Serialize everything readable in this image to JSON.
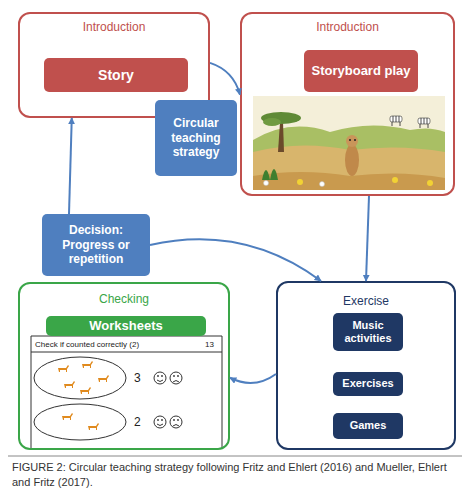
{
  "diagram": {
    "caption": "FIGURE 2: Circular teaching strategy following Fritz and Ehlert (2016) and Mueller, Ehlert and Fritz (2017).",
    "nodes": [
      {
        "text": [
          "Introduction"
        ]
      },
      {
        "text": [
          "Story"
        ],
        "in": 0
      },
      {
        "text": [
          "Introduction"
        ]
      },
      {
        "text": [
          "Storyboard play"
        ],
        "in": 2
      },
      {
        "text": [
          "Circular teaching strategy"
        ]
      },
      {
        "text": [
          "Decision: Progress or repetition"
        ]
      },
      {
        "text": [
          "Checking"
        ]
      },
      {
        "text": [
          "Worksheets"
        ],
        "in": 6
      },
      {
        "text": [
          "Exercise"
        ]
      },
      {
        "text": [
          "Music activities"
        ],
        "in": 8
      },
      {
        "text": [
          "Exercises"
        ],
        "in": 8
      },
      {
        "text": [
          "Games"
        ],
        "in": 8
      }
    ],
    "edges": [
      {
        "from": 0,
        "to": 2,
        "arrow": "to"
      },
      {
        "from": 2,
        "to": 8,
        "arrow": "to"
      },
      {
        "from": 8,
        "to": 6,
        "arrow": "to"
      },
      {
        "from": 5,
        "to": 0,
        "arrow": "to"
      },
      {
        "from": 5,
        "to": 8,
        "arrow": "to"
      }
    ],
    "labels": [
      "Check if counted correctly (2)",
      "13",
      "3",
      "2"
    ]
  }
}
